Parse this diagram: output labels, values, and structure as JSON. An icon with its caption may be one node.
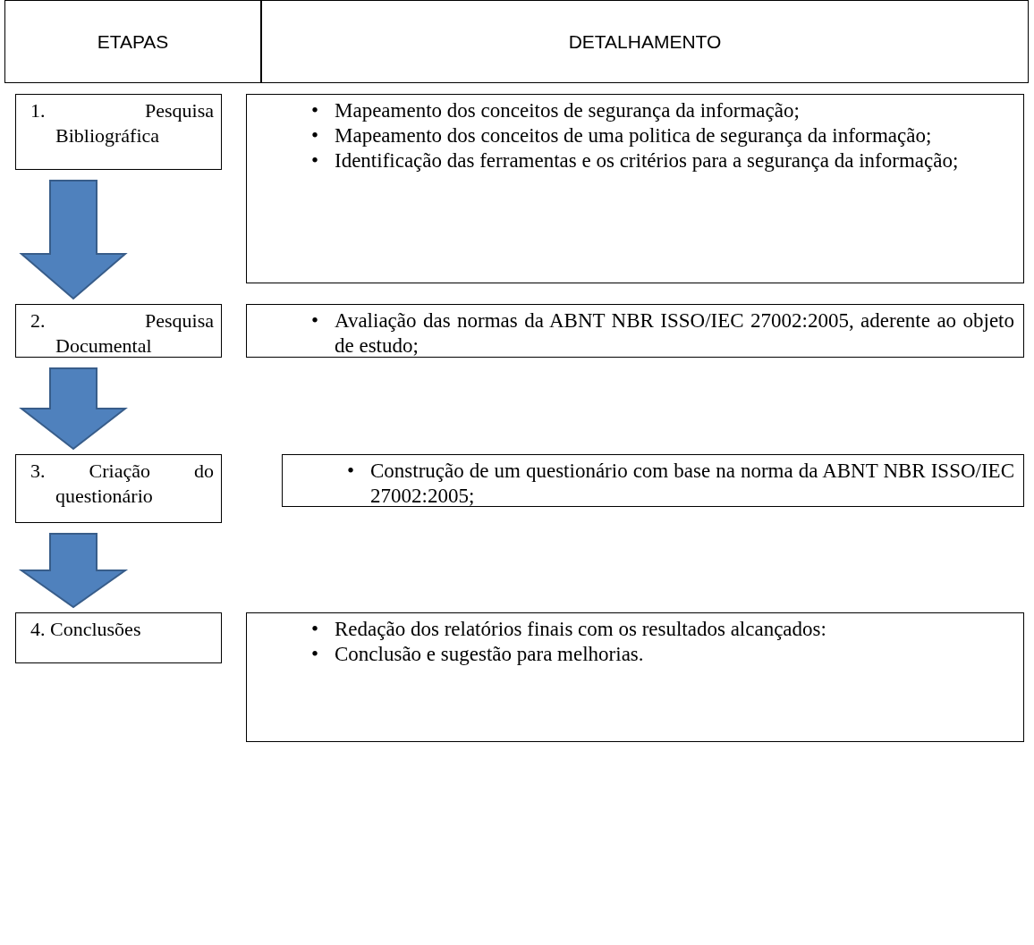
{
  "diagram": {
    "nodes": [
      {
        "text": [
          "ETAPAS"
        ]
      },
      {
        "text": [
          "DETALHAMENTO"
        ]
      },
      {
        "text": [
          "1. Pesquisa Bibliográfica"
        ]
      },
      {
        "text": [
          "•",
          "Mapeamento dos conceitos de segurança da informação;",
          "•",
          "Mapeamento dos conceitos de uma politica de segurança da informação;",
          "•",
          "Identificação das ferramentas e os critérios para a segurança da informação;"
        ]
      },
      {
        "text": [
          "2. Pesquisa Documental"
        ]
      },
      {
        "text": [
          "•",
          "Avaliação das normas da ABNT NBR ISSO/IEC 27002:2005, aderente ao objeto de estudo;"
        ]
      },
      {
        "text": [
          "3. Criação do questionário"
        ]
      },
      {
        "text": [
          "•",
          "Construção de um questionário com base na norma da ABNT NBR ISSO/IEC 27002:2005;"
        ]
      },
      {
        "text": [
          "4. Conclusões"
        ]
      },
      {
        "text": [
          "•",
          "Redação dos relatórios finais com os resultados alcançados:",
          "•",
          "Conclusão e sugestão para melhorias."
        ]
      }
    ],
    "edges": [
      {
        "from": 2,
        "to": 4,
        "arrow": "to",
        "style": "thick"
      },
      {
        "from": 4,
        "to": 6,
        "arrow": "to",
        "style": "thick"
      },
      {
        "from": 6,
        "to": 8,
        "arrow": "to",
        "style": "thick"
      }
    ]
  }
}
